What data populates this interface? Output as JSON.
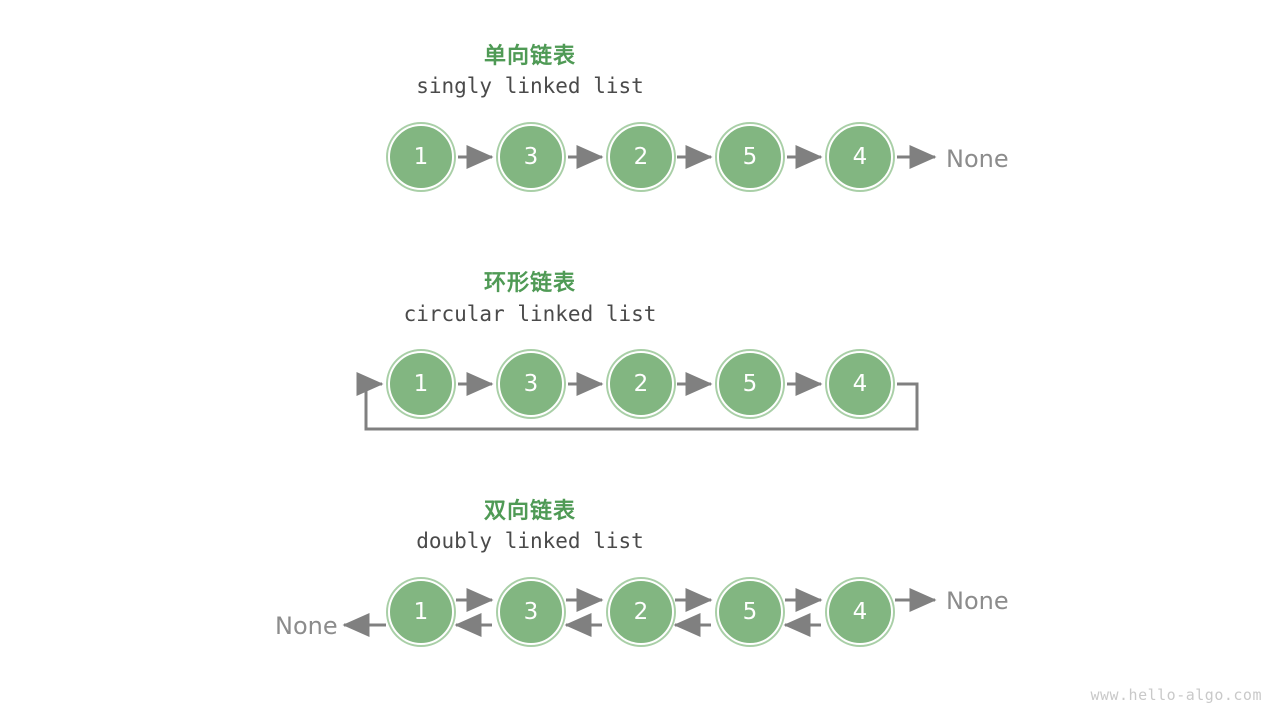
{
  "diagram": {
    "type": "linked-list-variants",
    "background": "#ffffff",
    "node_fill": "#82b681",
    "node_ring": "#a9cfa7",
    "node_text_color": "#ffffff",
    "title_color": "#4f9a55",
    "subtitle_color": "#4a4a4a",
    "arrow_color": "#808080",
    "none_color": "#8c8c8c",
    "watermark_color": "#c9c9c9"
  },
  "watermark": "www.hello-algo.com",
  "sections": [
    {
      "id": "singly",
      "title": "单向链表",
      "subtitle": "singly linked list",
      "nodes": [
        "1",
        "3",
        "2",
        "5",
        "4"
      ],
      "tail_label": "None",
      "head_label": "",
      "has_loop": false
    },
    {
      "id": "circular",
      "title": "环形链表",
      "subtitle": "circular linked list",
      "nodes": [
        "1",
        "3",
        "2",
        "5",
        "4"
      ],
      "tail_label": "",
      "head_label": "",
      "has_loop": true
    },
    {
      "id": "doubly",
      "title": "双向链表",
      "subtitle": "doubly linked list",
      "nodes": [
        "1",
        "3",
        "2",
        "5",
        "4"
      ],
      "tail_label": "None",
      "head_label": "None",
      "has_loop": false
    }
  ]
}
